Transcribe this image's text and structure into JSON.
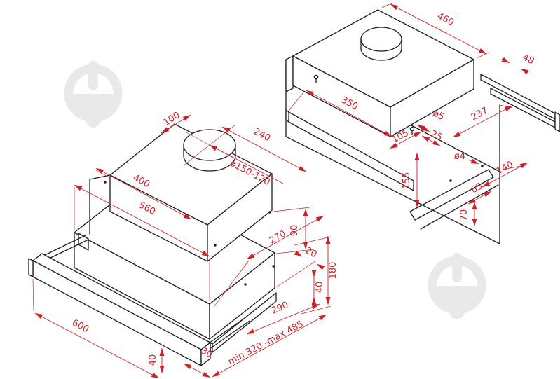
{
  "diagram": {
    "type": "technical-drawing",
    "subject": "telescopic cooker hood installation dimensions",
    "units": "mm",
    "colors": {
      "outline": "#1d1d1d",
      "dimension": "#c8232b",
      "watermark": "#e9e9e9",
      "background": "#ffffff"
    },
    "views": {
      "front": {
        "name": "front isometric view",
        "dims": {
          "offset_100": "100",
          "offset_240": "240",
          "duct_diameter": "ø150-120",
          "width_400": "400",
          "width_560": "560",
          "height_90": "90",
          "depth_270": "270",
          "height_180": "180",
          "step_20": "20",
          "step_40": "40",
          "depth_290": "290",
          "extension_range": "min 320 -max 485",
          "width_600": "600",
          "offset_30": "30",
          "front_height_40": "40"
        }
      },
      "rear": {
        "name": "rear isometric view",
        "dims": {
          "width_460": "460",
          "offset_48": "48",
          "mount_width_350": "350",
          "keyhole_diameter_5": "ø5",
          "depth_237": "237",
          "offset_105": "105",
          "offset_25": "25",
          "hole_diameter_4": "ø4",
          "height_155": "155",
          "depth_140": "140",
          "offset_65": "65",
          "offset_70": "70"
        }
      }
    }
  }
}
